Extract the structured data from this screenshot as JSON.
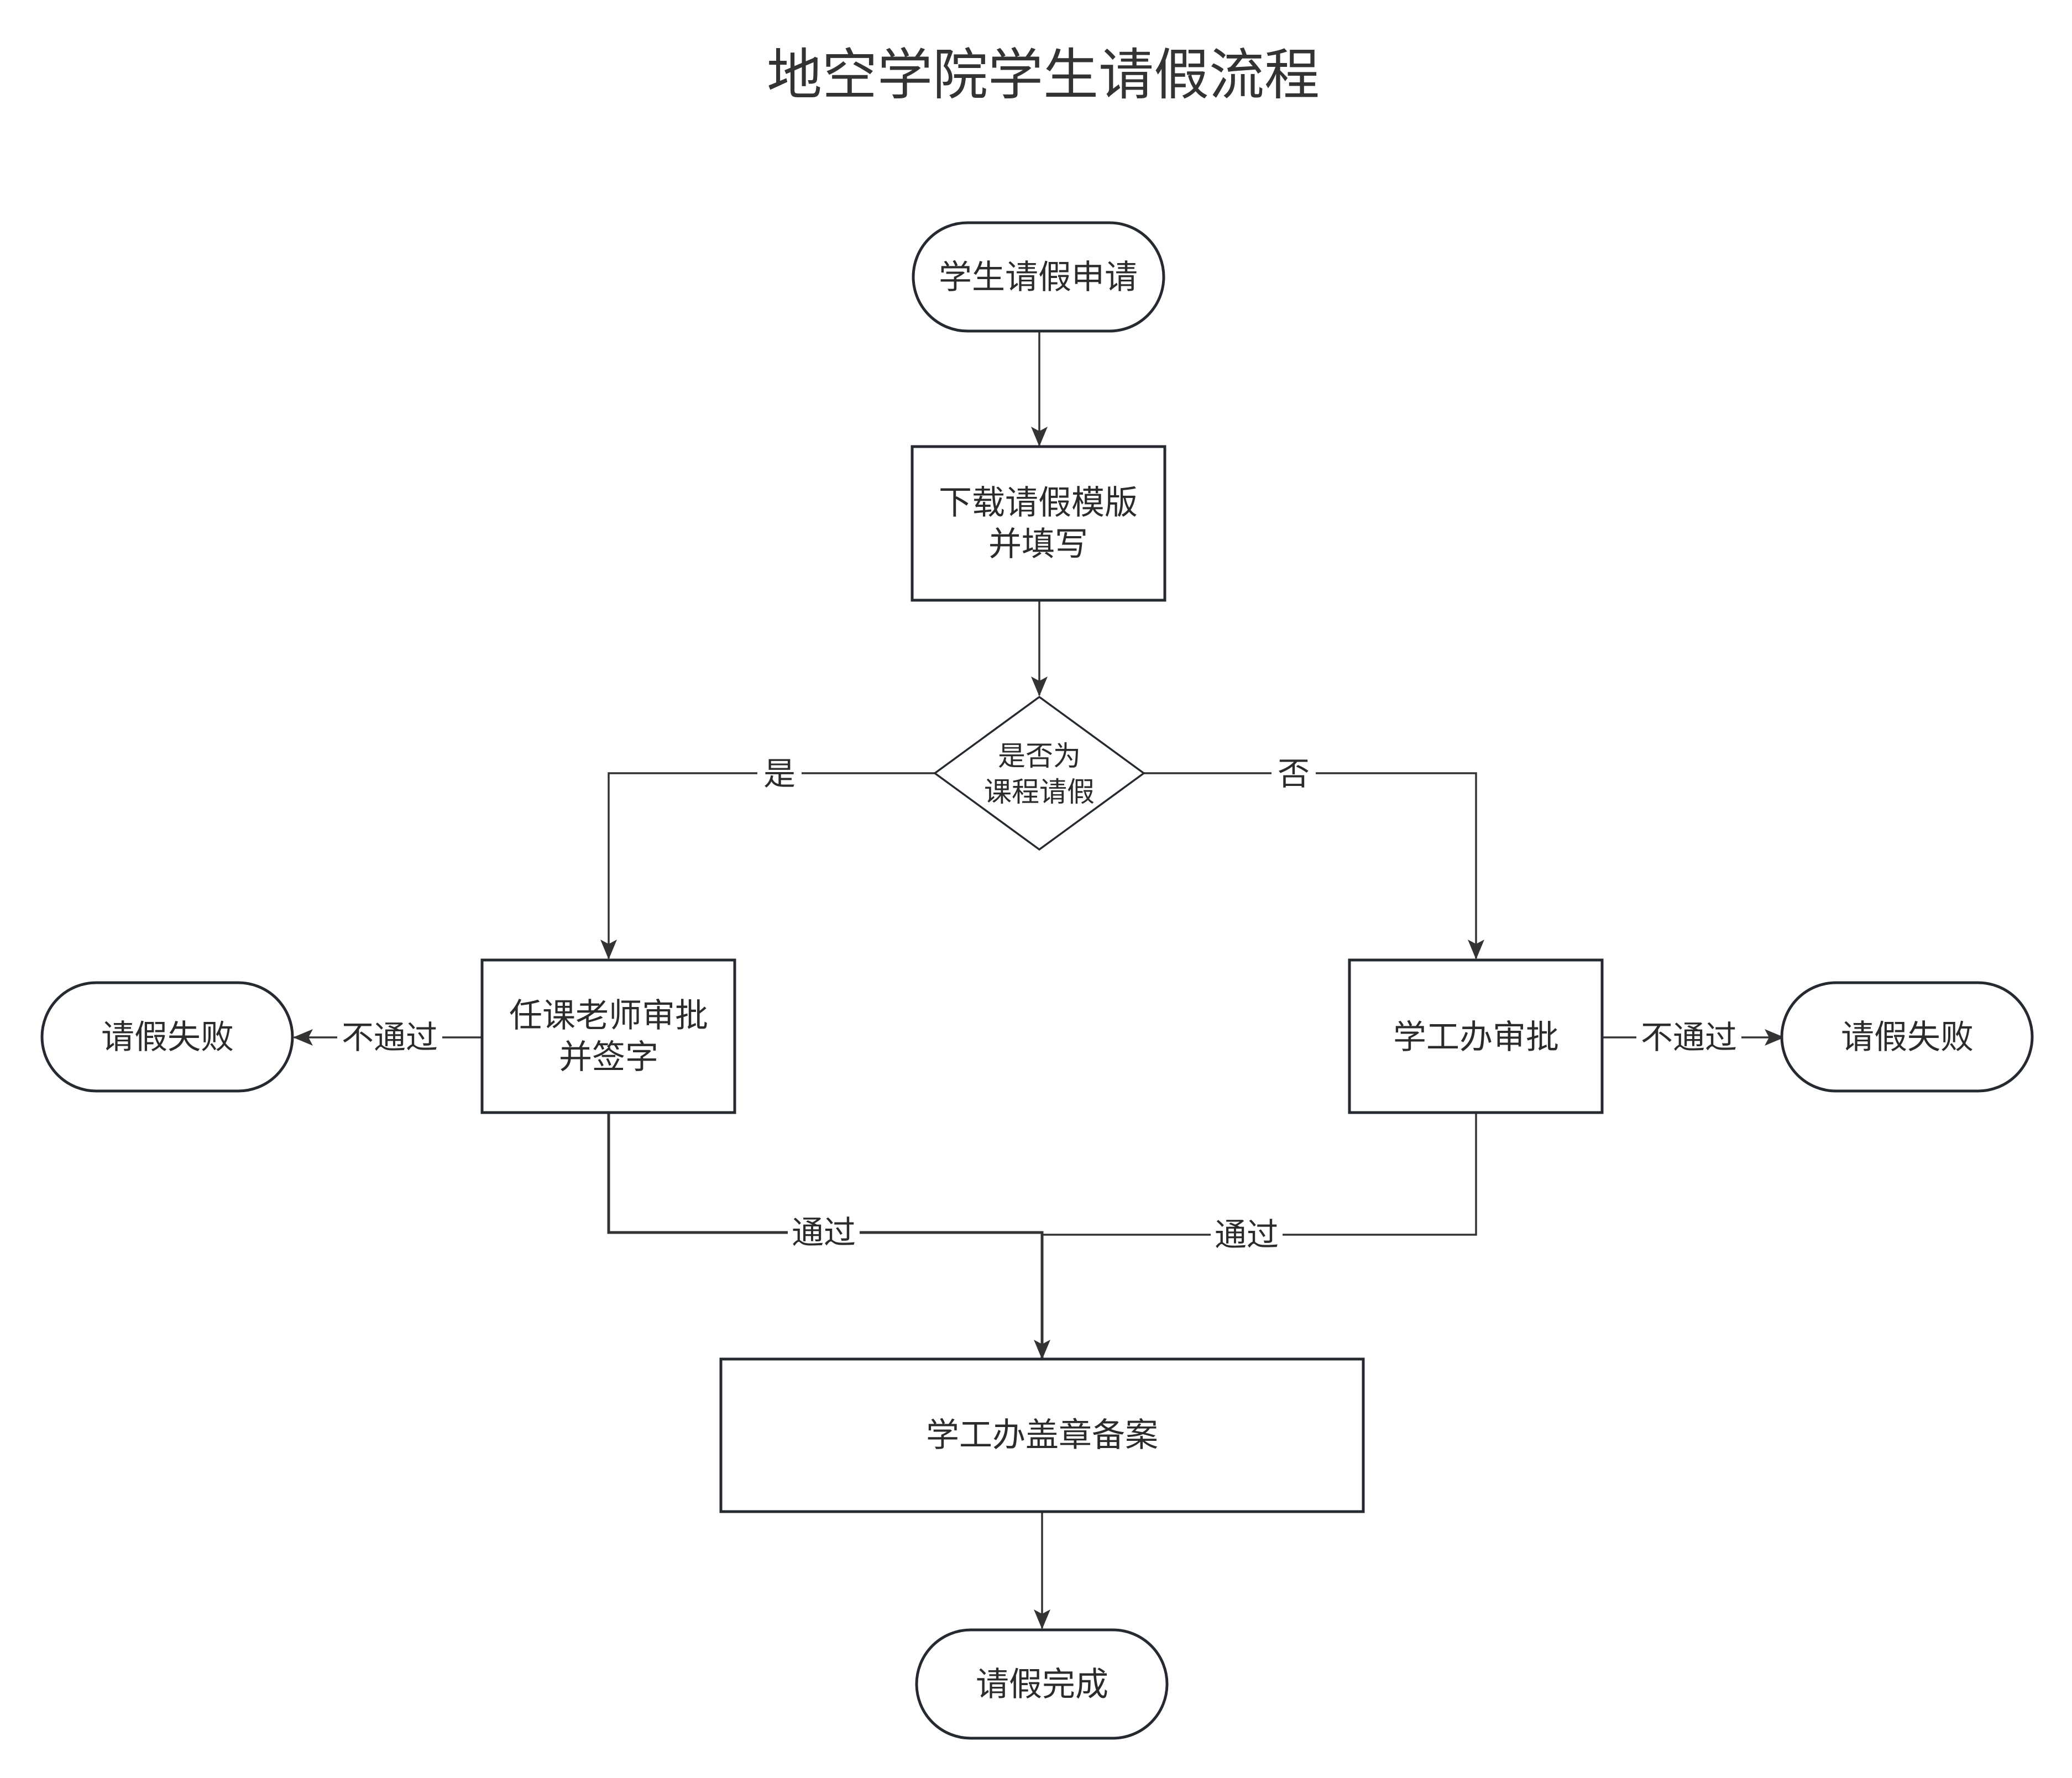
{
  "title": "地空学院学生请假流程",
  "nodes": {
    "start": "学生请假申请",
    "download_line1": "下载请假模版",
    "download_line2": "并填写",
    "decision_line1": "是否为",
    "decision_line2": "课程请假",
    "teacher_line1": "任课老师审批",
    "teacher_line2": "并签字",
    "office_approval": "学工办审批",
    "fail_left": "请假失败",
    "fail_right": "请假失败",
    "stamp": "学工办盖章备案",
    "end": "请假完成"
  },
  "edges": {
    "yes": "是",
    "no": "否",
    "reject_left": "不通过",
    "reject_right": "不通过",
    "pass_left": "通过",
    "pass_right": "通过"
  },
  "colors": {
    "stroke": "#252a31",
    "edge": "#333333",
    "text": "#2b2b2b",
    "background": "#ffffff"
  }
}
